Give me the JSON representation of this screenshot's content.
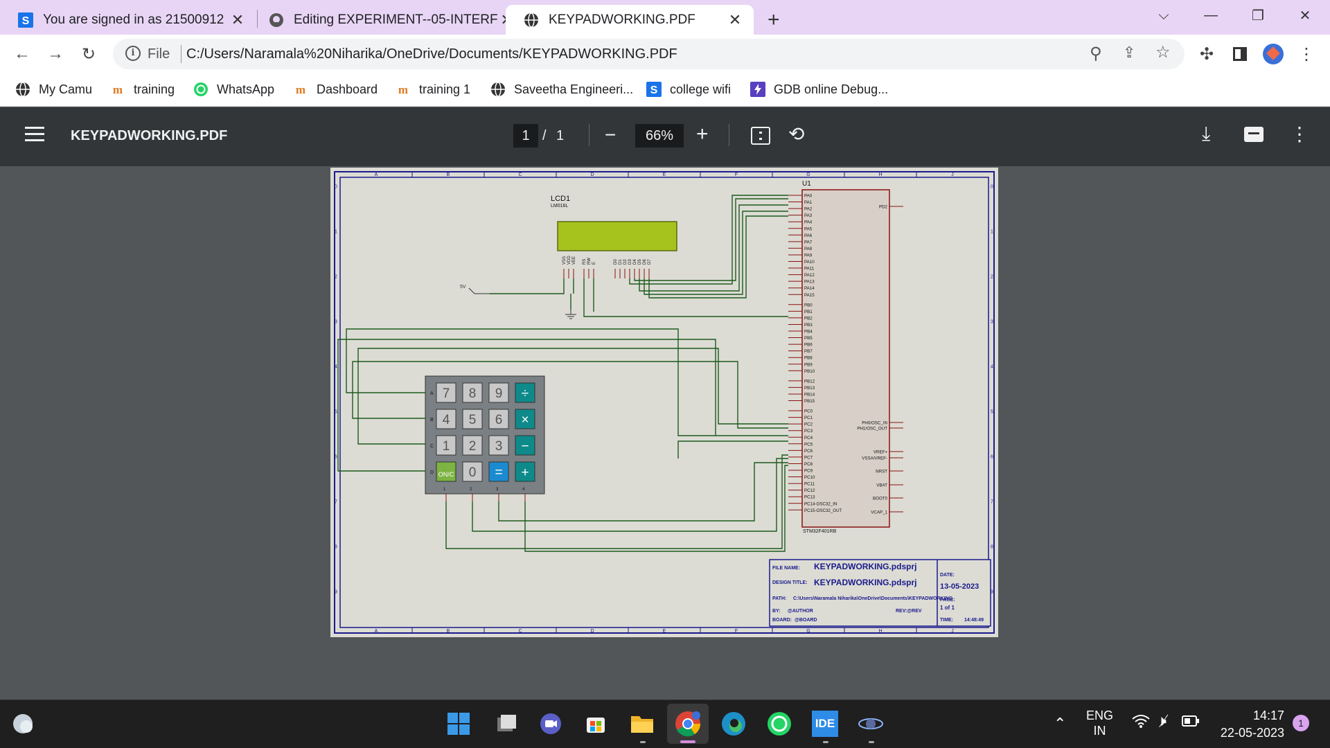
{
  "browser": {
    "tabs": [
      {
        "title": "You are signed in as 21500912",
        "favicon": "s-letter-icon",
        "active": false
      },
      {
        "title": "Editing EXPERIMENT--05-INTERF",
        "favicon": "github-icon",
        "active": false
      },
      {
        "title": "KEYPADWORKING.PDF",
        "favicon": "globe-icon",
        "active": true
      }
    ],
    "new_tab": "+",
    "address": {
      "scheme_label": "File",
      "url": "C:/Users/Naramala%20Niharika/OneDrive/Documents/KEYPADWORKING.PDF"
    },
    "bookmarks": [
      {
        "label": "My Camu",
        "icon": "globe-icon"
      },
      {
        "label": "training",
        "icon": "m-logo-icon"
      },
      {
        "label": "WhatsApp",
        "icon": "whatsapp-icon"
      },
      {
        "label": "Dashboard",
        "icon": "m-logo-icon"
      },
      {
        "label": "training 1",
        "icon": "m-logo-icon"
      },
      {
        "label": "Saveetha Engineeri...",
        "icon": "globe-icon"
      },
      {
        "label": "college wifi",
        "icon": "s-letter-icon"
      },
      {
        "label": "GDB online Debug...",
        "icon": "bolt-icon"
      }
    ]
  },
  "pdf": {
    "filename": "KEYPADWORKING.PDF",
    "current_page": "1",
    "page_sep": "/",
    "total_pages": "1",
    "zoom": "66%"
  },
  "schematic": {
    "lcd_ref": "LCD1",
    "lcd_part": "LM016L",
    "lcd_pins": [
      "VSS",
      "VDD",
      "VEE",
      "RS",
      "RW",
      "E",
      "D0",
      "D1",
      "D2",
      "D3",
      "D4",
      "D5",
      "D6",
      "D7"
    ],
    "power_label": "5V",
    "mcu_ref": "U1",
    "mcu_part": "STM32F401RB",
    "mcu_left_pins": [
      "PA0",
      "PA1",
      "PA2",
      "PA3",
      "PA4",
      "PA5",
      "PA6",
      "PA7",
      "PA8",
      "PA9",
      "PA10",
      "PA11",
      "PA12",
      "PA13",
      "PA14",
      "PA15",
      "PB0",
      "PB1",
      "PB2",
      "PB3",
      "PB4",
      "PB5",
      "PB6",
      "PB7",
      "PB8",
      "PB9",
      "PB10",
      "PB12",
      "PB13",
      "PB14",
      "PB15",
      "PC0",
      "PC1",
      "PC2",
      "PC3",
      "PC4",
      "PC5",
      "PC6",
      "PC7",
      "PC8",
      "PC9",
      "PC10",
      "PC11",
      "PC12",
      "PC13",
      "PC14-OSC32_IN",
      "PC15-OSC32_OUT"
    ],
    "mcu_right_pins": [
      "PD2",
      "PH0/OSC_IN",
      "PH1/OSC_OUT",
      "VREF+",
      "VSSA/VREF-",
      "NRST",
      "VBAT",
      "BOOT0",
      "VCAP_1"
    ],
    "keypad_rows": [
      "A",
      "B",
      "C",
      "D"
    ],
    "keypad_keys": [
      "7",
      "8",
      "9",
      "÷",
      "4",
      "5",
      "6",
      "×",
      "1",
      "2",
      "3",
      "−",
      "ON/C",
      "0",
      "=",
      "+"
    ],
    "keypad_cols": [
      "1",
      "2",
      "3",
      "4"
    ],
    "border_letters": [
      "A",
      "B",
      "C",
      "D",
      "E",
      "F",
      "G",
      "H",
      "J"
    ],
    "border_numbers": [
      "0",
      "1",
      "2",
      "3",
      "4",
      "5",
      "6",
      "7",
      "8",
      "9"
    ],
    "title_block": {
      "file_name_label": "FILE NAME:",
      "file_name": "KEYPADWORKING.pdsprj",
      "design_title_label": "DESIGN TITLE:",
      "design_title": "KEYPADWORKING.pdsprj",
      "path_label": "PATH:",
      "path": "C:\\Users\\Naramala Niharika\\OneDrive\\Documents\\KEYPADWORKING",
      "by_label": "BY:",
      "by": "@AUTHOR",
      "rev": "REV:@REV",
      "board_label": "BOARD:",
      "board": "@BOARD",
      "date_label": "DATE:",
      "date": "13-05-2023",
      "page_label": "PAGE:",
      "page": "1  of  1",
      "time_label": "TIME:",
      "time": "14:48:49"
    }
  },
  "taskbar": {
    "apps": [
      "windows-start-icon",
      "task-view-icon",
      "teams-chat-icon",
      "store-icon",
      "file-explorer-icon",
      "chrome-icon",
      "edge-icon",
      "whatsapp-icon",
      "ide-icon",
      "settings-app-icon"
    ],
    "ide_label": "IDE",
    "language": "ENG",
    "region": "IN",
    "time": "14:17",
    "date": "22-05-2023",
    "notifications": "1"
  }
}
